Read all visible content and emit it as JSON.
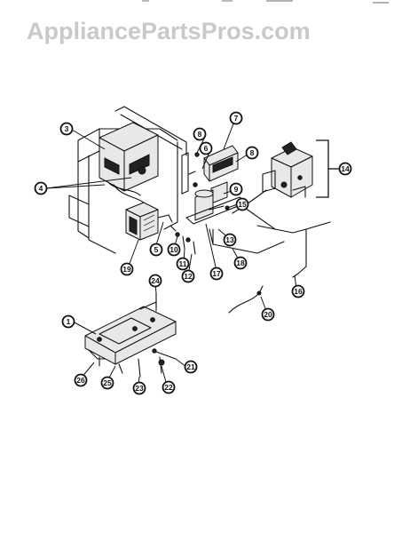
{
  "watermark": {
    "text": "AppliancePartsPros.com",
    "color": "#c9c9c9"
  },
  "top_edge_text": "",
  "callouts": [
    {
      "id": "1",
      "label": "1"
    },
    {
      "id": "3",
      "label": "3"
    },
    {
      "id": "4",
      "label": "4"
    },
    {
      "id": "5",
      "label": "5"
    },
    {
      "id": "6",
      "label": "6"
    },
    {
      "id": "7",
      "label": "7"
    },
    {
      "id": "8a",
      "label": "8"
    },
    {
      "id": "8b",
      "label": "8"
    },
    {
      "id": "9",
      "label": "9"
    },
    {
      "id": "10",
      "label": "10"
    },
    {
      "id": "11",
      "label": "11"
    },
    {
      "id": "12",
      "label": "12"
    },
    {
      "id": "13",
      "label": "13"
    },
    {
      "id": "14",
      "label": "14"
    },
    {
      "id": "15",
      "label": "15"
    },
    {
      "id": "16",
      "label": "16"
    },
    {
      "id": "17",
      "label": "17"
    },
    {
      "id": "18",
      "label": "18"
    },
    {
      "id": "19",
      "label": "19"
    },
    {
      "id": "20",
      "label": "20"
    },
    {
      "id": "21",
      "label": "21"
    },
    {
      "id": "22",
      "label": "22"
    },
    {
      "id": "23",
      "label": "23"
    },
    {
      "id": "24",
      "label": "24"
    },
    {
      "id": "25",
      "label": "25"
    },
    {
      "id": "26",
      "label": "26"
    }
  ]
}
